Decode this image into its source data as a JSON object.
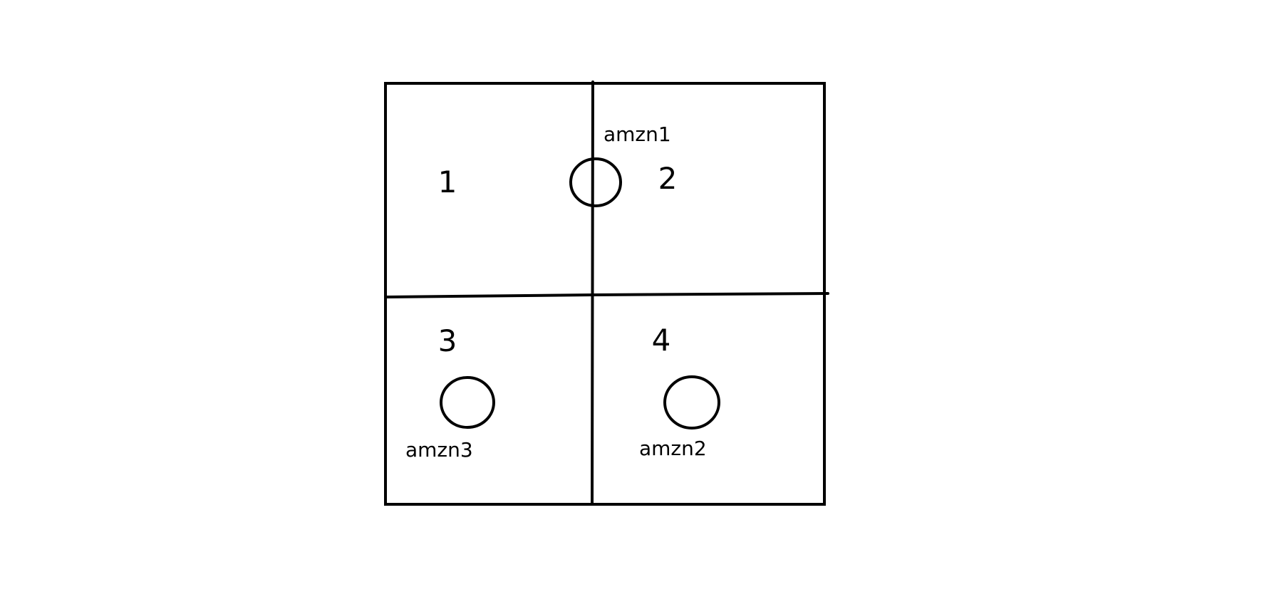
{
  "quadrants": [
    {
      "id": "q1",
      "label": "1"
    },
    {
      "id": "q2",
      "label": "2"
    },
    {
      "id": "q3",
      "label": "3"
    },
    {
      "id": "q4",
      "label": "4"
    }
  ],
  "nodes": [
    {
      "id": "amzn1",
      "label": "amzn1"
    },
    {
      "id": "amzn2",
      "label": "amzn2"
    },
    {
      "id": "amzn3",
      "label": "amzn3"
    }
  ],
  "colors": {
    "stroke": "#000000",
    "background": "#ffffff"
  }
}
